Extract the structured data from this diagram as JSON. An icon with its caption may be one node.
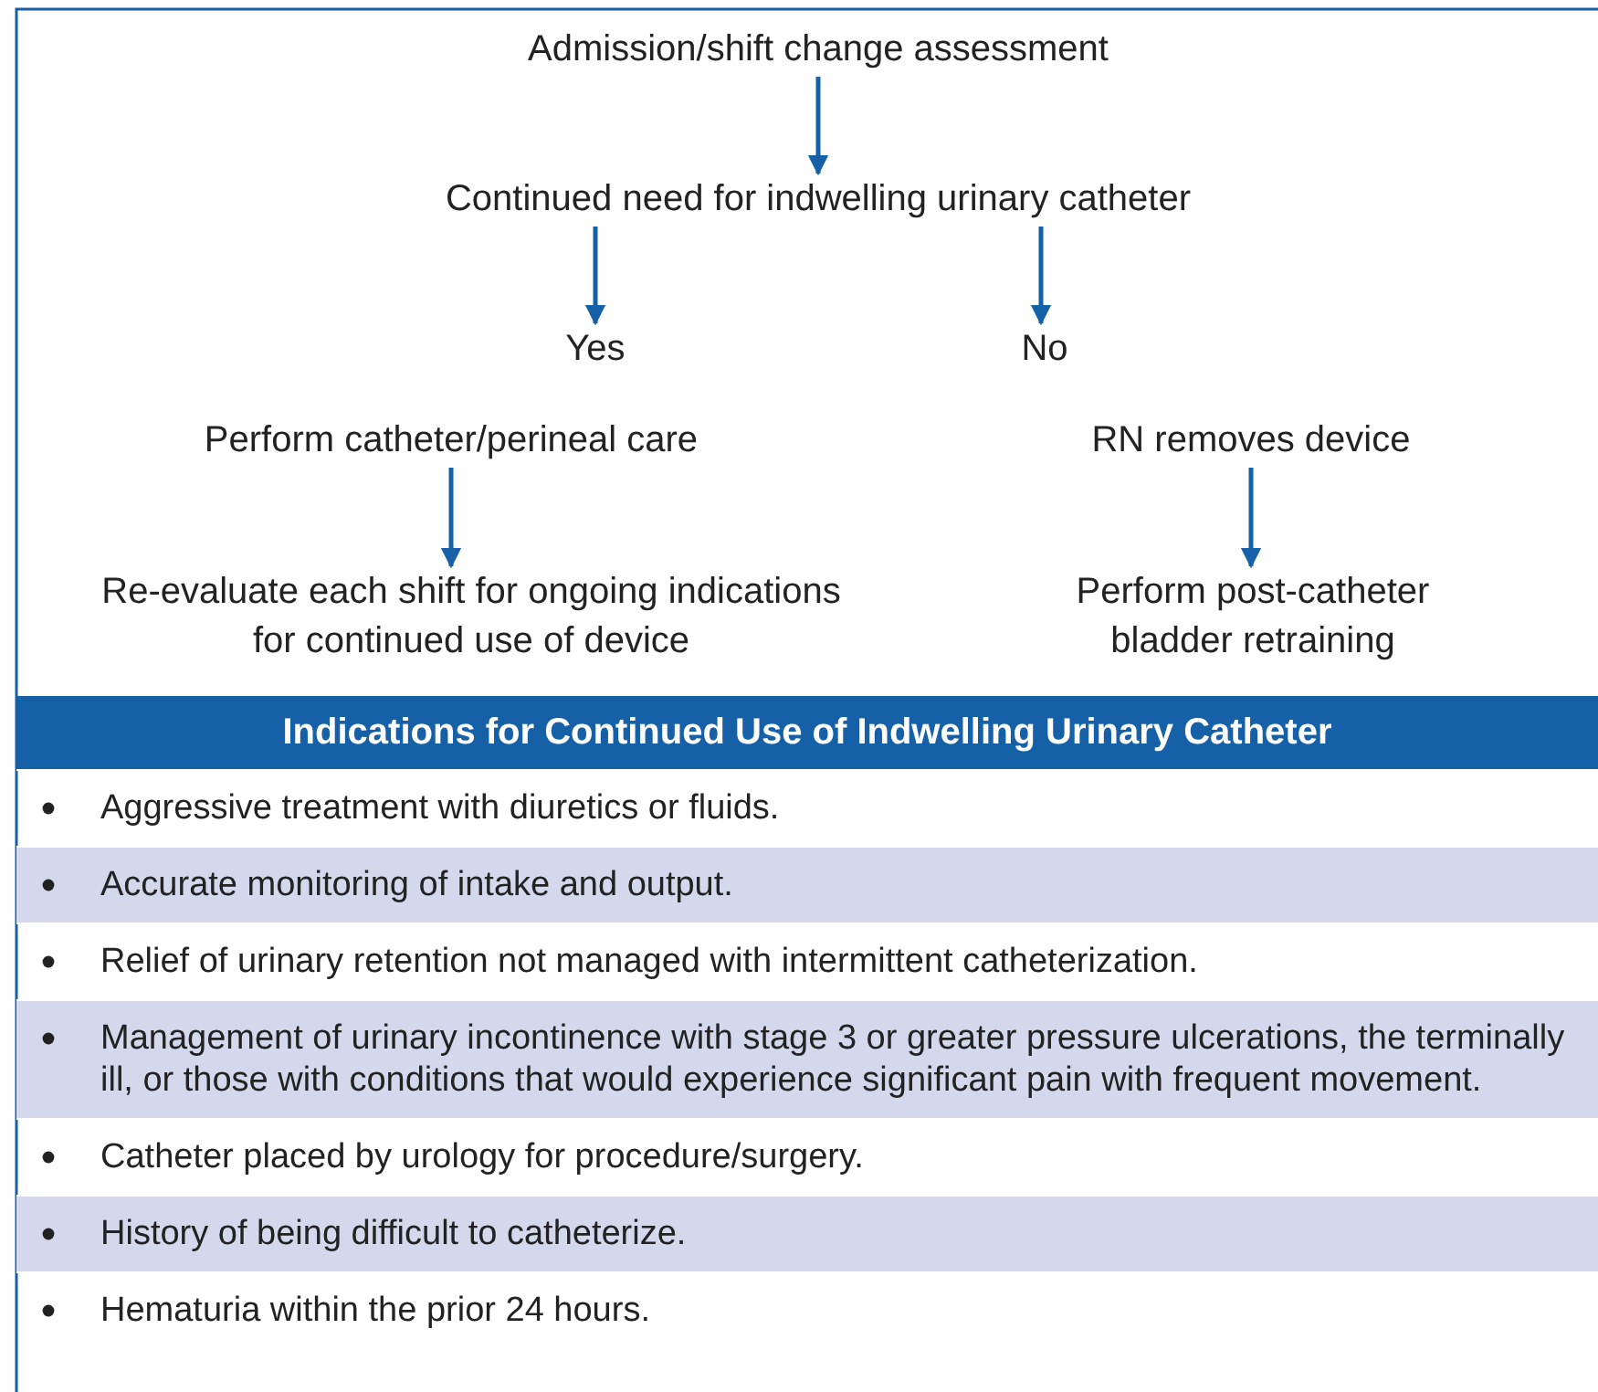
{
  "diagram": {
    "nodes": [
      {
        "text": [
          "Admission/shift change assessment"
        ]
      },
      {
        "text": [
          "Continued need for indwelling urinary catheter"
        ]
      },
      {
        "text": [
          "Yes"
        ]
      },
      {
        "text": [
          "No"
        ]
      },
      {
        "text": [
          "Perform catheter/perineal care"
        ]
      },
      {
        "text": [
          "RN removes device"
        ]
      },
      {
        "text": [
          "Re-evaluate each shift for ongoing indications for continued use of device"
        ]
      },
      {
        "text": [
          "Perform post-catheter bladder retraining"
        ]
      }
    ],
    "edges": [
      {
        "from": 0,
        "to": 1,
        "arrow": "to"
      },
      {
        "from": 1,
        "to": 2,
        "arrow": "to"
      },
      {
        "from": 1,
        "to": 3,
        "arrow": "to"
      },
      {
        "from": 4,
        "to": 6,
        "arrow": "to"
      },
      {
        "from": 5,
        "to": 7,
        "arrow": "to"
      }
    ],
    "labels": [
      "Indications for Continued Use of Indwelling Urinary Catheter",
      "Aggressive treatment with diuretics or fluids.",
      "Accurate monitoring of intake and output.",
      "Relief of urinary retention not managed with intermittent catheterization.",
      "Management of urinary incontinence with stage 3 or greater pressure ulcerations, the terminally ill, or those with conditions that would experience significant pain with frequent movement.",
      "Catheter placed by urology for procedure/surgery.",
      "History of being difficult to catheterize.",
      "Hematuria within the prior 24 hours."
    ]
  }
}
